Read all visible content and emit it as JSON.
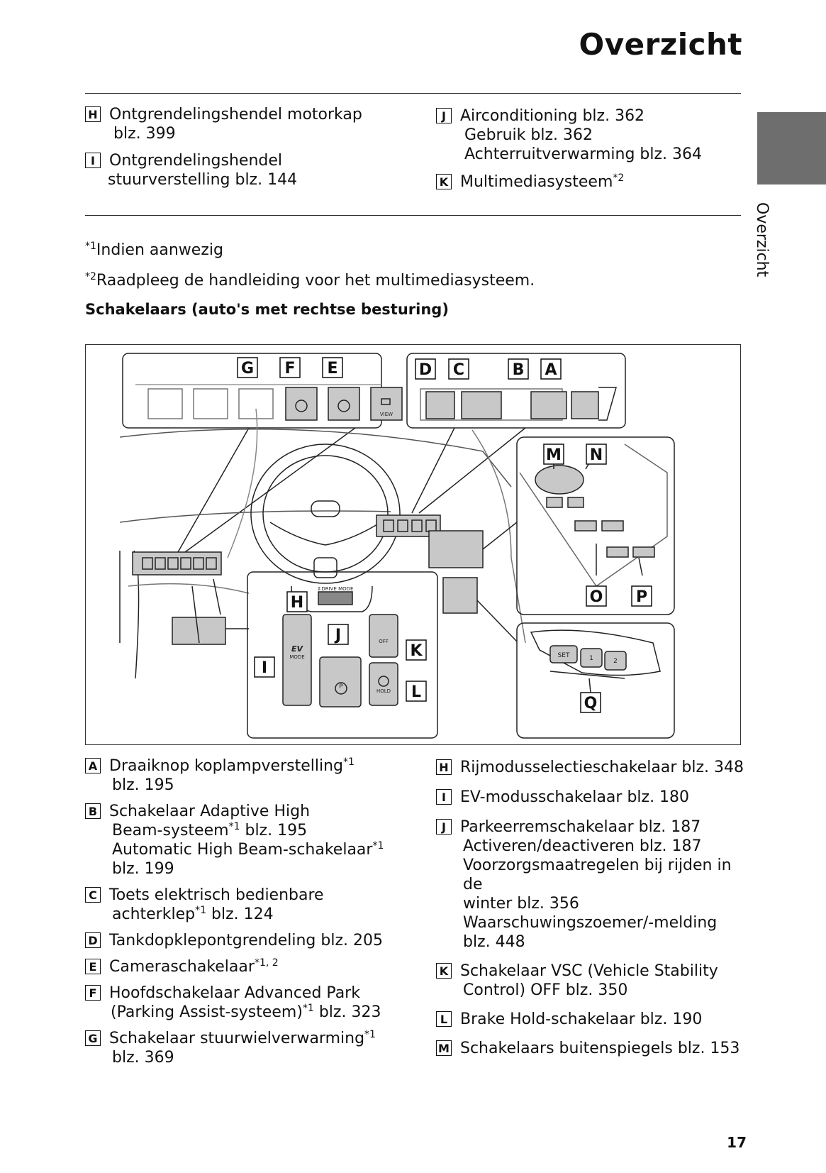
{
  "header": {
    "title": "Overzicht",
    "side_tab_label": "Overzicht"
  },
  "top_left": [
    {
      "letter": "H",
      "lines": [
        "Ontgrendelingshendel motorkap",
        "blz. 399"
      ]
    },
    {
      "letter": "I",
      "lines": [
        "Ontgrendelingshendel",
        "stuurverstelling blz. 144"
      ]
    }
  ],
  "top_right": [
    {
      "letter": "J",
      "lines": [
        "Airconditioning blz. 362",
        "Gebruik blz. 362",
        "Achterruitverwarming blz. 364"
      ]
    },
    {
      "letter": "K",
      "text": "Multimediasysteem",
      "sup": "*2"
    }
  ],
  "notes": {
    "n1_mark": "*1",
    "n1_text": "Indien aanwezig",
    "n2_mark": "*2",
    "n2_text": "Raadpleeg de handleiding voor het multimediasysteem."
  },
  "section_heading": "Schakelaars (auto's met rechtse besturing)",
  "diagram": {
    "labels": [
      "A",
      "B",
      "C",
      "D",
      "E",
      "F",
      "G",
      "H",
      "I",
      "J",
      "K",
      "L",
      "M",
      "N",
      "O",
      "P",
      "Q"
    ],
    "drive_mode_text": "⇕DRIVE MODE",
    "ev_text": "EV",
    "mode_text": "MODE",
    "off_text": "OFF",
    "hold_text": "HOLD",
    "view_text": "VIEW",
    "p_text": "P",
    "set_text": "SET",
    "mem1": "1",
    "mem2": "2"
  },
  "bottom_left": [
    {
      "letter": "A",
      "l1": "Draaiknop koplampverstelling",
      "s1": "*1",
      "l2": "blz. 195"
    },
    {
      "letter": "B",
      "l1": "Schakelaar Adaptive High",
      "l2a": "Beam-systeem",
      "s2": "*1",
      "l2b": " blz. 195",
      "l3": "Automatic High Beam-schakelaar",
      "s3": "*1",
      "l4": "blz. 199"
    },
    {
      "letter": "C",
      "l1": "Toets elektrisch bedienbare",
      "l2a": "achterklep",
      "s2": "*1",
      "l2b": " blz. 124"
    },
    {
      "letter": "D",
      "l1": "Tankdopklepontgrendeling blz. 205"
    },
    {
      "letter": "E",
      "l1": "Cameraschakelaar",
      "s1": "*1, 2"
    },
    {
      "letter": "F",
      "l1": "Hoofdschakelaar Advanced Park",
      "l2a": "(Parking Assist-systeem)",
      "s2": "*1",
      "l2b": " blz. 323"
    },
    {
      "letter": "G",
      "l1": "Schakelaar stuurwielverwarming",
      "s1": "*1",
      "l2": "blz. 369"
    }
  ],
  "bottom_right": [
    {
      "letter": "H",
      "lines": [
        "Rijmodusselectieschakelaar blz. 348"
      ]
    },
    {
      "letter": "I",
      "lines": [
        "EV-modusschakelaar blz. 180"
      ]
    },
    {
      "letter": "J",
      "lines": [
        "Parkeerremschakelaar blz. 187",
        "Activeren/deactiveren blz. 187",
        "Voorzorgsmaatregelen bij rijden in de",
        "winter blz. 356",
        "Waarschuwingszoemer/-melding",
        "blz. 448"
      ]
    },
    {
      "letter": "K",
      "lines": [
        "Schakelaar VSC (Vehicle Stability",
        "Control) OFF blz. 350"
      ]
    },
    {
      "letter": "L",
      "lines": [
        "Brake Hold-schakelaar blz. 190"
      ]
    },
    {
      "letter": "M",
      "lines": [
        "Schakelaars buitenspiegels blz. 153"
      ]
    }
  ],
  "page_number": "17"
}
